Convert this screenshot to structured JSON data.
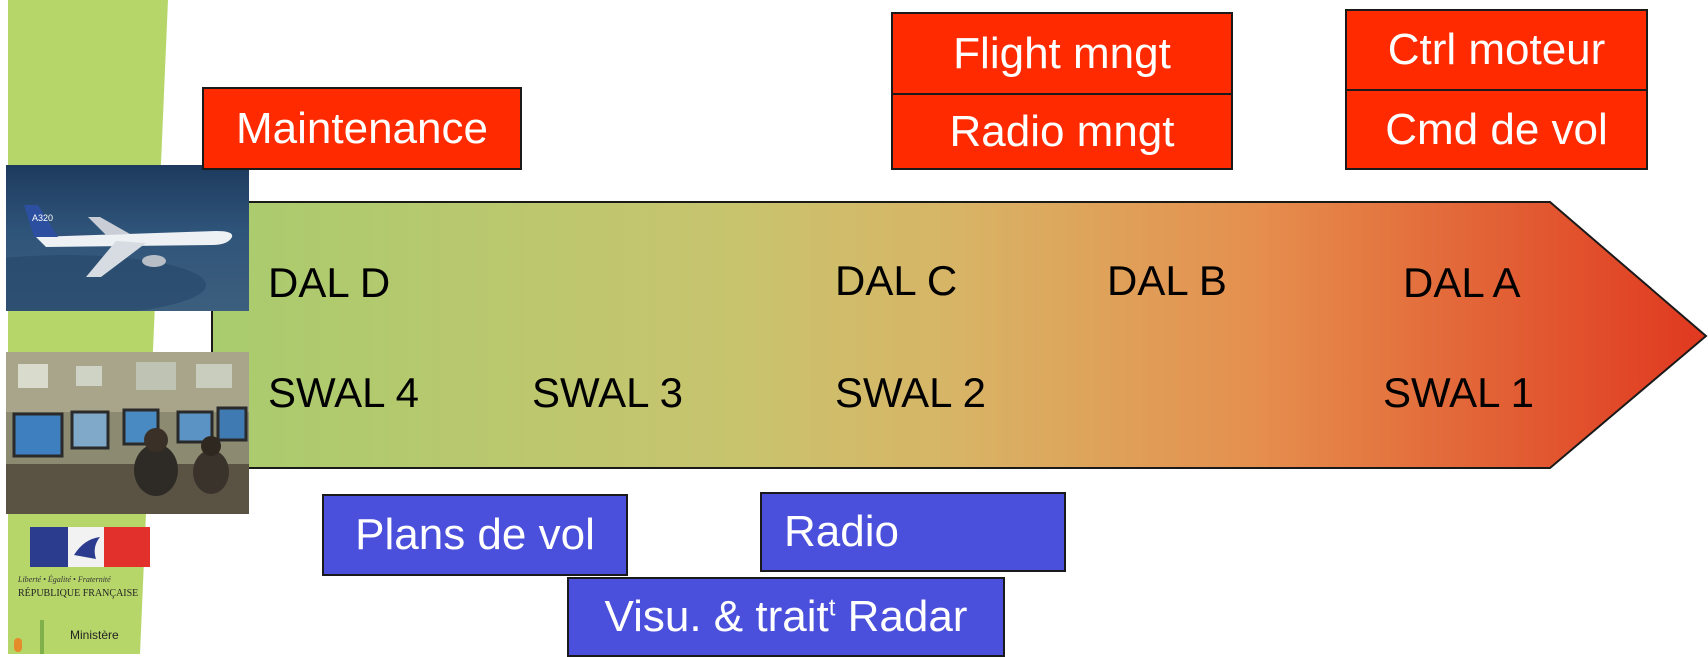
{
  "colors": {
    "accent_green": "#b7d66a",
    "box_red": "#ff2a00",
    "box_blue": "#4a4fdc",
    "arrow_start": "#a9cc6e",
    "arrow_mid": "#d8b466",
    "arrow_end": "#e0381f"
  },
  "icons": {
    "aircraft": "aircraft-photo",
    "atc_room": "atc-room-photo",
    "republic_logo": "republique-francaise-logo",
    "ministry_logo": "ministere-logo"
  },
  "red_boxes": {
    "maintenance": "Maintenance",
    "flight_mngt": "Flight mngt",
    "radio_mngt": "Radio mngt",
    "ctrl_moteur": "Ctrl moteur",
    "cmd_de_vol": "Cmd de vol"
  },
  "dal_labels": {
    "d": "DAL D",
    "c": "DAL C",
    "b": "DAL B",
    "a": "DAL A"
  },
  "swal_labels": {
    "s4": "SWAL 4",
    "s3": "SWAL 3",
    "s2": "SWAL 2",
    "s1": "SWAL 1"
  },
  "blue_boxes": {
    "plans_de_vol": "Plans de vol",
    "radio": "Radio",
    "visu_prefix": "Visu. & trait",
    "visu_sup": "t",
    "visu_suffix": " Radar"
  },
  "logo_text": {
    "motto": "Liberté • Égalité • Fraternité",
    "republic": "RÉPUBLIQUE FRANÇAISE",
    "ministry": "Ministère"
  }
}
